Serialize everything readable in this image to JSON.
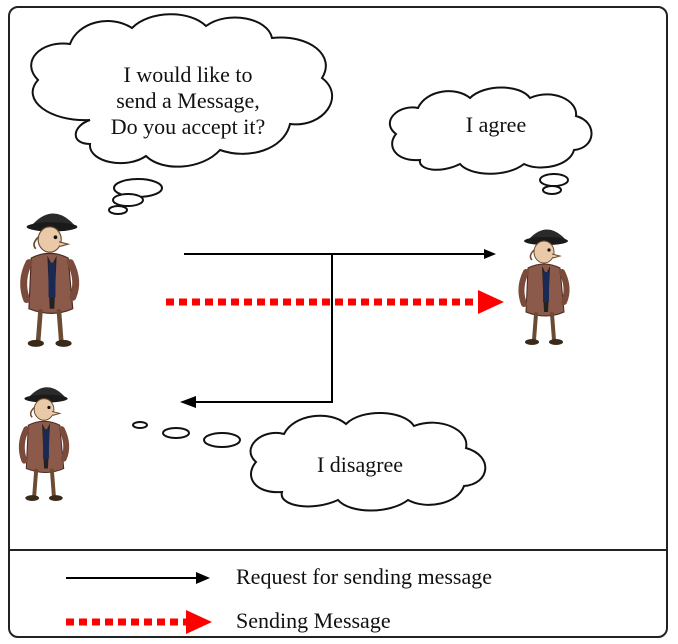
{
  "bubbles": {
    "request": "I would like to\nsend a Message,\nDo you accept it?",
    "agree": "I agree",
    "disagree": "I disagree"
  },
  "legend": {
    "request": "Request for sending message",
    "sending": "Sending Message"
  },
  "colors": {
    "line": "#000000",
    "message": "#ff0000",
    "border": "#222222"
  },
  "icons": {
    "sender": "person-icon",
    "accepter": "person-icon",
    "rejecter": "person-icon"
  }
}
